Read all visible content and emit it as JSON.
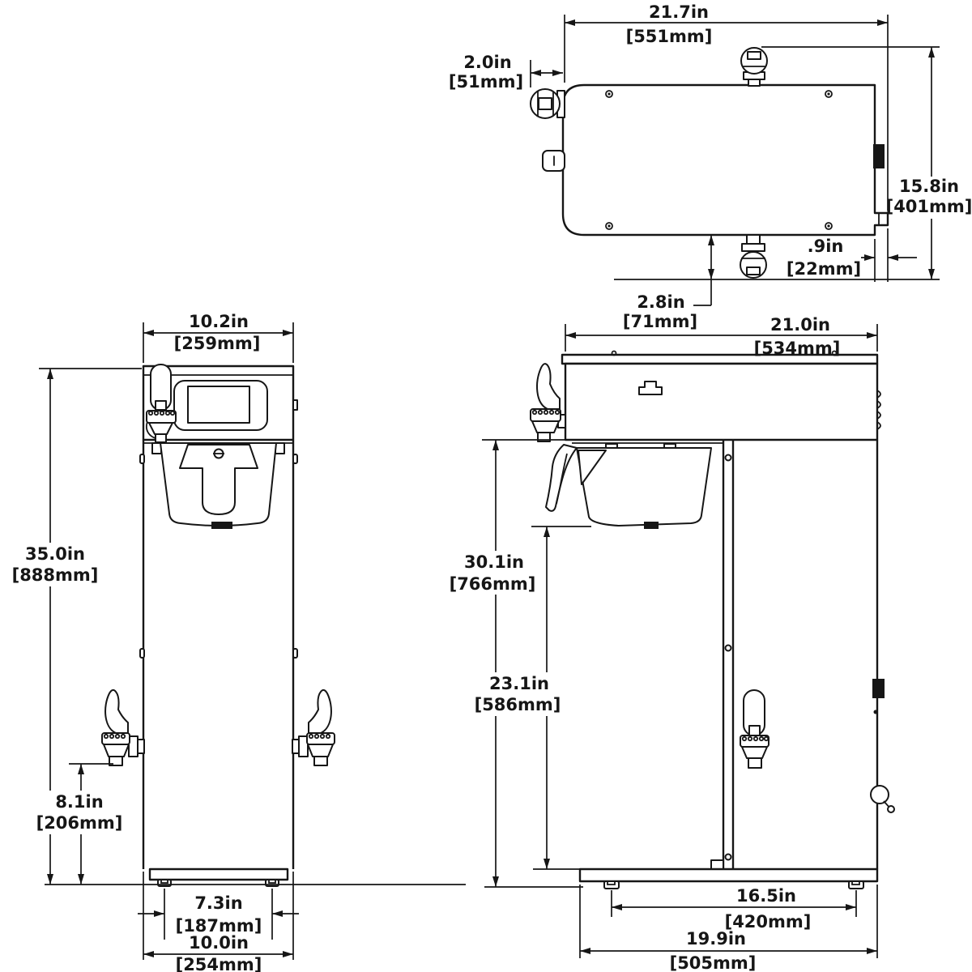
{
  "drawing": {
    "type": "technical-dimension-drawing",
    "subject": "commercial tall coffee/tea brewer with dispense faucets",
    "views": [
      "top-view",
      "front-view",
      "side-view"
    ],
    "units_style": "inches with [millimeters]"
  },
  "colors": {
    "line": "#161616",
    "background": "#ffffff"
  },
  "dimensions": {
    "top_view": {
      "width": {
        "in": "21.7in",
        "mm": "[551mm]"
      },
      "faucet_projection": {
        "in": "2.0in",
        "mm": "[51mm]"
      },
      "depth": {
        "in": "15.8in",
        "mm": "[401mm]"
      },
      "rear_fitting": {
        "in": ".9in",
        "mm": "[22mm]"
      },
      "valve_projection": {
        "in": "2.8in",
        "mm": "[71mm]"
      }
    },
    "front_view": {
      "width": {
        "in": "10.2in",
        "mm": "[259mm]"
      },
      "height": {
        "in": "35.0in",
        "mm": "[888mm]"
      },
      "faucet_height": {
        "in": "8.1in",
        "mm": "[206mm]"
      },
      "feet_spacing": {
        "in": "7.3in",
        "mm": "[187mm]"
      },
      "base_width": {
        "in": "10.0in",
        "mm": "[254mm]"
      }
    },
    "side_view": {
      "depth": {
        "in": "21.0in",
        "mm": "[534mm]"
      },
      "overall_height": {
        "in": "30.1in",
        "mm": "[766mm]"
      },
      "clearance": {
        "in": "23.1in",
        "mm": "[586mm]"
      },
      "feet_spacing": {
        "in": "16.5in",
        "mm": "[420mm]"
      },
      "base_depth": {
        "in": "19.9in",
        "mm": "[505mm]"
      }
    }
  }
}
